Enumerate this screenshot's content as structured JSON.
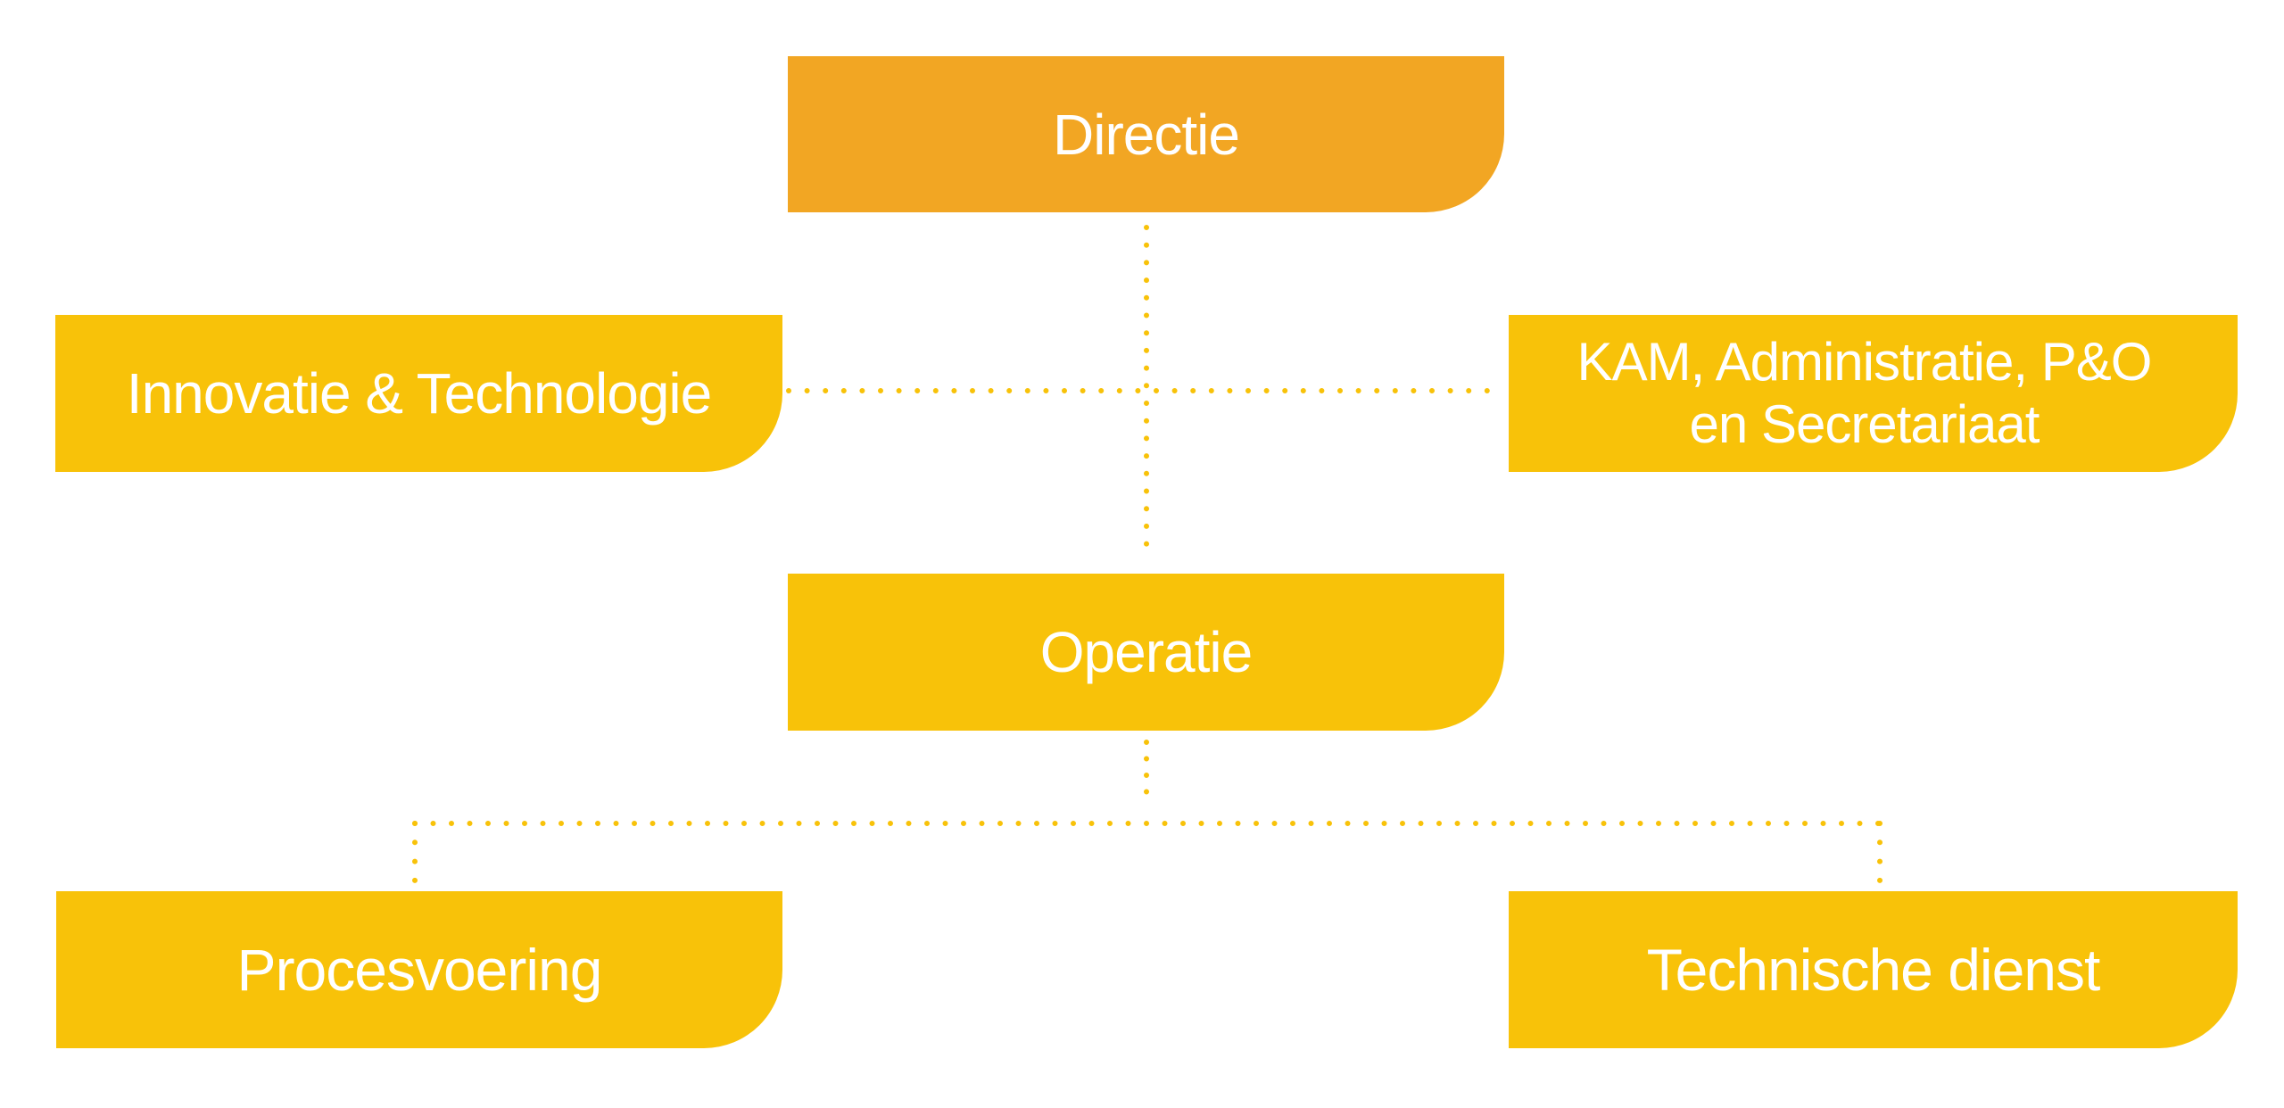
{
  "colors": {
    "top_box": "#f2a623",
    "box": "#f8c209",
    "connector": "#f8c209",
    "text": "#ffffff"
  },
  "nodes": {
    "directie": "Directie",
    "innovatie": "Innovatie & Technologie",
    "kam_line1": "KAM, Administratie, P&O",
    "kam_line2": "en Secretariaat",
    "operatie": "Operatie",
    "procesvoering": "Procesvoering",
    "technische_dienst": "Technische dienst"
  }
}
